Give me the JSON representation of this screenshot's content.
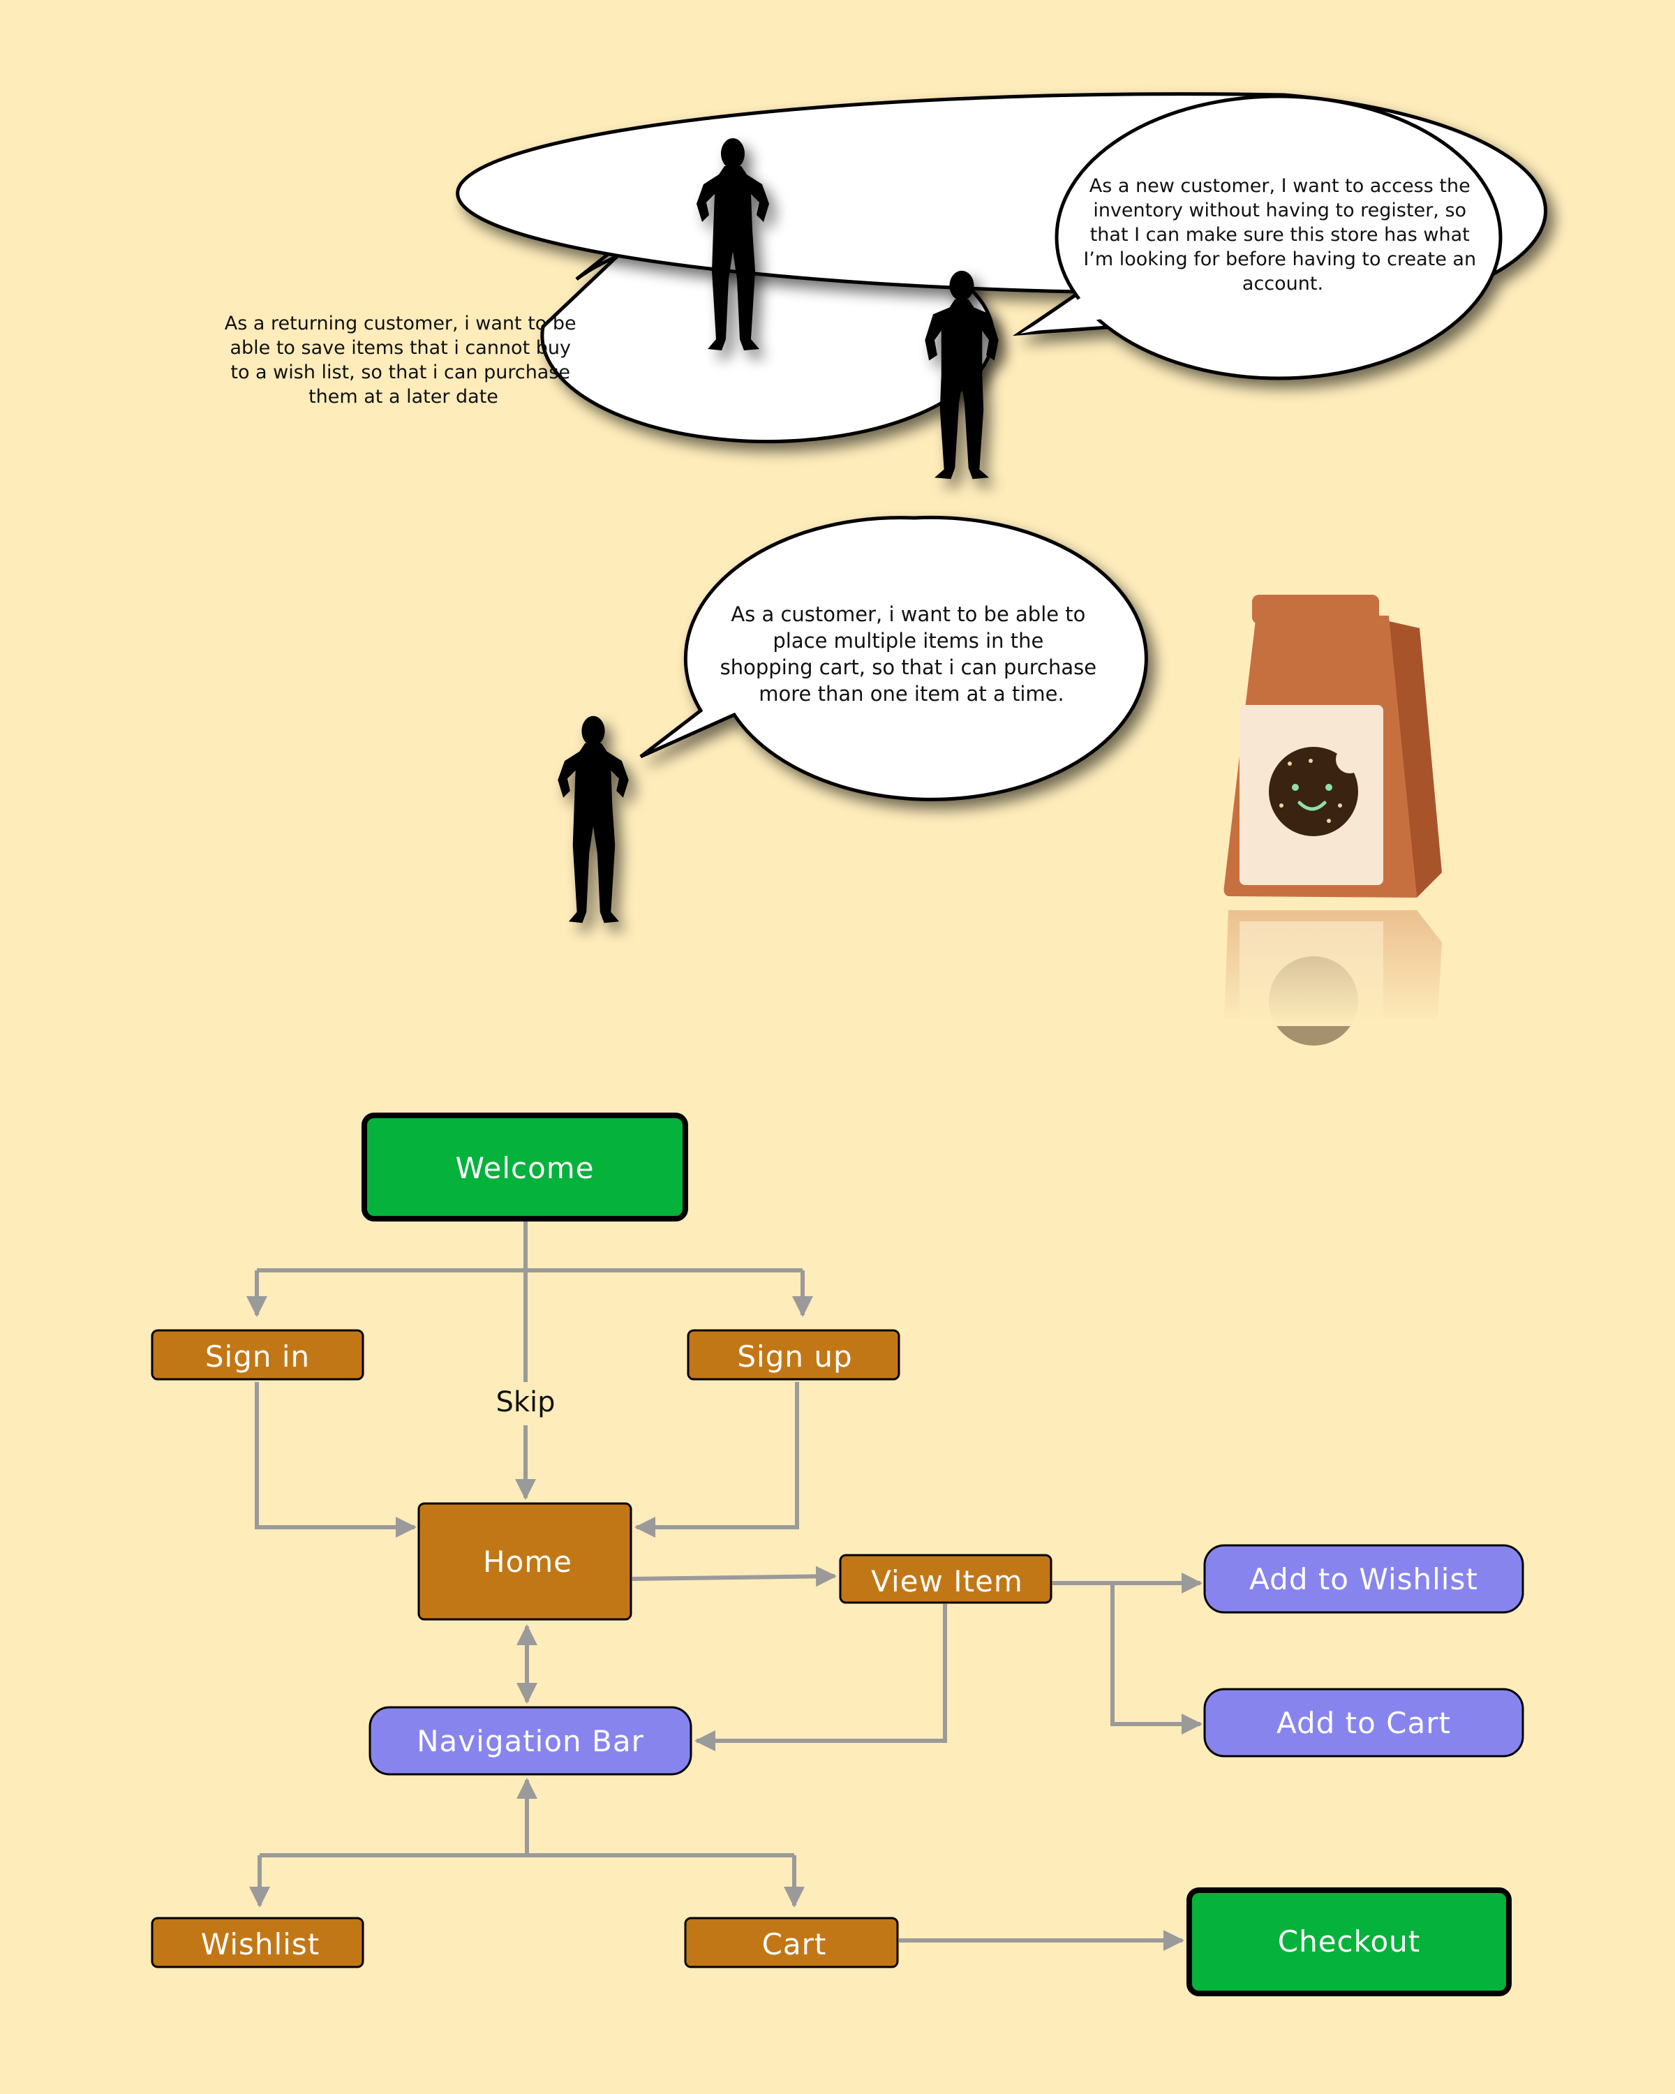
{
  "bubbles": {
    "returning": [
      "As a  returning customer, i want to be",
      "able to save items that i cannot buy",
      "to a wish list, so that i can purchase",
      "them at a later date"
    ],
    "new_customer": [
      "As a new customer, I want to access the",
      "inventory without having to register, so",
      "that I can make sure this store has what",
      "I’m looking for before having to create an",
      "account."
    ],
    "customer": [
      "As a customer, i want to be able to",
      "place multiple items in the",
      "shopping cart, so that i can purchase",
      "more than one item at a time."
    ]
  },
  "flow": {
    "welcome": "Welcome",
    "sign_in": "Sign in",
    "sign_up": "Sign up",
    "skip": "Skip",
    "home": "Home",
    "view_item": "View Item",
    "add_to_wishlist": "Add to Wishlist",
    "add_to_cart": "Add to Cart",
    "navigation_bar": "Navigation Bar",
    "wishlist": "Wishlist",
    "cart": "Cart",
    "checkout": "Checkout"
  },
  "colors": {
    "background": "#feecbb",
    "green_node": "#05b23b",
    "brown_node": "#c27716",
    "purple_node": "#8884ee",
    "arrow": "#9a9a9a",
    "bag_body": "#c7703f",
    "bag_label": "#f8e7d3",
    "cookie": "#3a2311"
  }
}
